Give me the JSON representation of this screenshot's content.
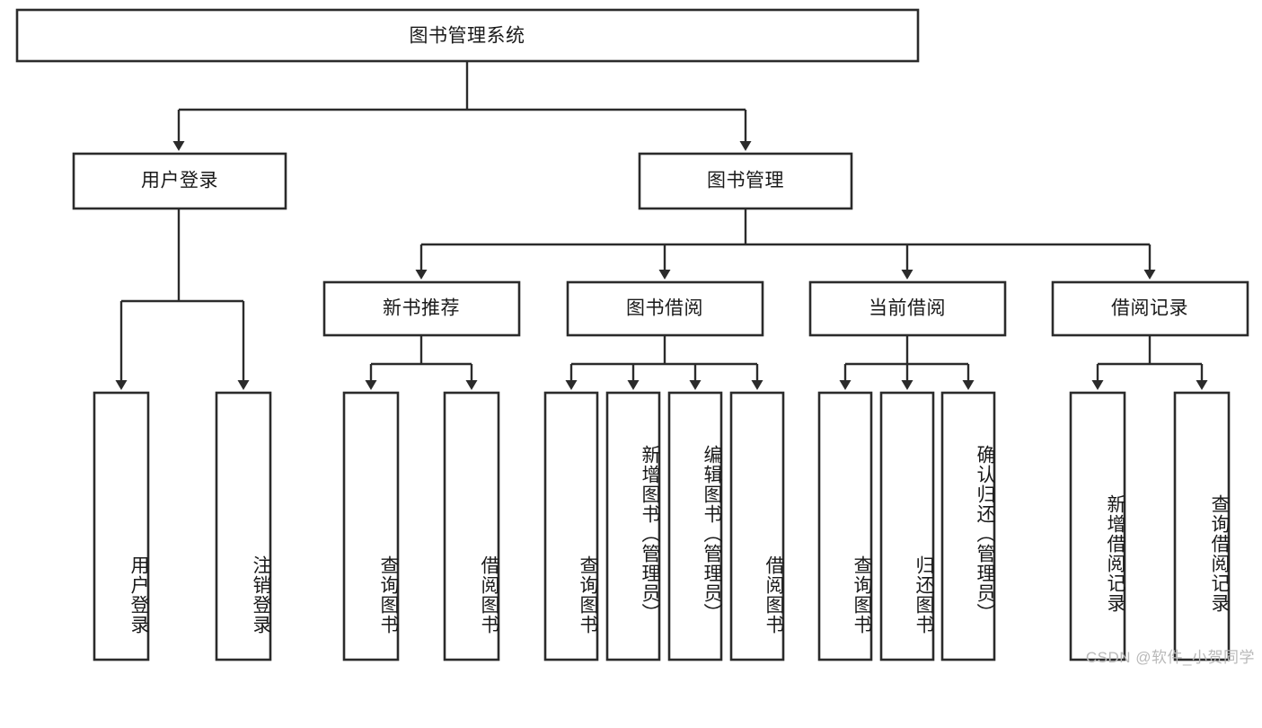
{
  "diagram": {
    "title": "图书管理系统",
    "type": "tree-hierarchy",
    "root": {
      "label": "图书管理系统"
    },
    "level1": [
      {
        "label": "用户登录"
      },
      {
        "label": "图书管理"
      }
    ],
    "level2": [
      {
        "label": "新书推荐",
        "parent": "图书管理"
      },
      {
        "label": "图书借阅",
        "parent": "图书管理"
      },
      {
        "label": "当前借阅",
        "parent": "图书管理"
      },
      {
        "label": "借阅记录",
        "parent": "图书管理"
      }
    ],
    "leaves": {
      "user_login": [
        {
          "label": "用户登录"
        },
        {
          "label": "注销登录"
        }
      ],
      "new_book_recommend": [
        {
          "label": "查询图书"
        },
        {
          "label": "借阅图书"
        }
      ],
      "book_borrow": [
        {
          "label": "查询图书"
        },
        {
          "label": "新增图书（管理员）"
        },
        {
          "label": "编辑图书（管理员）"
        },
        {
          "label": "借阅图书"
        }
      ],
      "current_borrow": [
        {
          "label": "查询图书"
        },
        {
          "label": "归还图书"
        },
        {
          "label": "确认归还（管理员）"
        }
      ],
      "borrow_record": [
        {
          "label": "新增借阅记录"
        },
        {
          "label": "查询借阅记录"
        }
      ]
    }
  },
  "watermark": {
    "text": "CSDN @软件_小贺同学"
  },
  "colors": {
    "stroke": "#2b2b2b",
    "fill": "#ffffff",
    "text": "#1a1a1a",
    "watermark": "#b9b9b9"
  }
}
